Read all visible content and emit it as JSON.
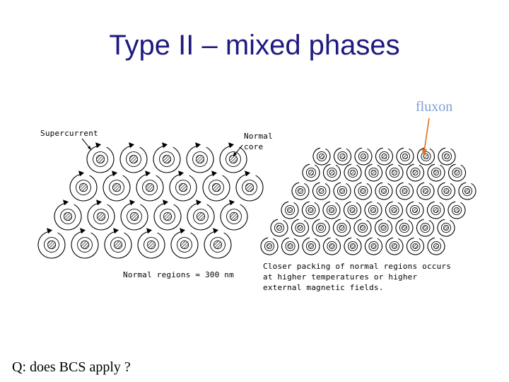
{
  "slide": {
    "title": "Type II – mixed phases",
    "fluxon_label": "fluxon",
    "question": "Q: does BCS apply ?"
  },
  "diagram": {
    "label_supercurrent": "Supercurrent",
    "label_normal_core": "Normal\ncore",
    "label_normal_regions": "Normal regions ≈ 300 nm",
    "label_closer_packing": "Closer packing of normal regions occurs\nat higher temperatures or higher\nexternal magnetic fields."
  },
  "colors": {
    "title": "#1e1a80",
    "fluxon_label": "#7f9fd2",
    "fluxon_arrow": "#e07020",
    "ink": "#000000"
  }
}
